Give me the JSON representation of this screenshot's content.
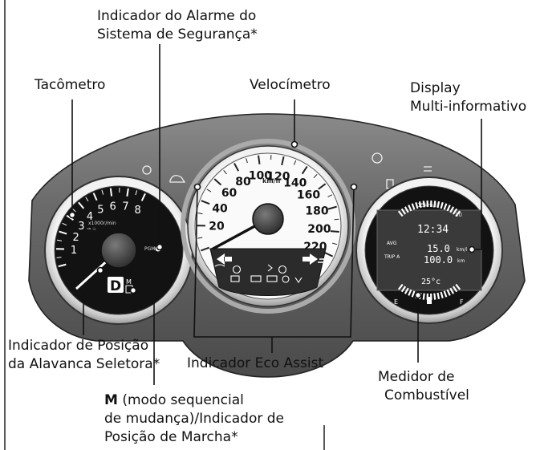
{
  "labels": {
    "alarm_line1": "Indicador do Alarme do",
    "alarm_line2": "Sistema de Segurança*",
    "tach": "Tacômetro",
    "speedo": "Velocímetro",
    "mid_line1": "Display",
    "mid_line2": "Multi-informativo",
    "shift_line1": "Indicador de Posição",
    "shift_line2": "da Alavanca Seletora*",
    "eco": "Indicador Eco Assist",
    "fuel_line1": "Medidor de",
    "fuel_line2": "Combustível",
    "mind_bold": "M",
    "mind_line1_rest": " (modo sequencial",
    "mind_line2": "de mudança)/Indicador de",
    "mind_line3": "Posição de Marcha*"
  },
  "tachometer": {
    "ticks": [
      "1",
      "2",
      "3",
      "4",
      "5",
      "6",
      "7",
      "8"
    ],
    "unit": "x1000r/min",
    "gear_indicator": "D",
    "gear_mode": "M",
    "pgm_label": "PGM-FI"
  },
  "speedometer": {
    "ticks": [
      "20",
      "40",
      "60",
      "80",
      "100",
      "120",
      "140",
      "160",
      "180",
      "200",
      "220"
    ],
    "unit": "km/h"
  },
  "multi_display": {
    "clock": "12:34",
    "avg_label": "AVG",
    "avg_value": "15.0",
    "avg_unit": "km/l",
    "trip_label": "TRIP A",
    "trip_value": "100.0",
    "trip_unit": "km",
    "temp": "25°c",
    "eco_scale": "15km/l",
    "scale_max": "30",
    "fuel_empty": "E",
    "fuel_full": "F"
  }
}
